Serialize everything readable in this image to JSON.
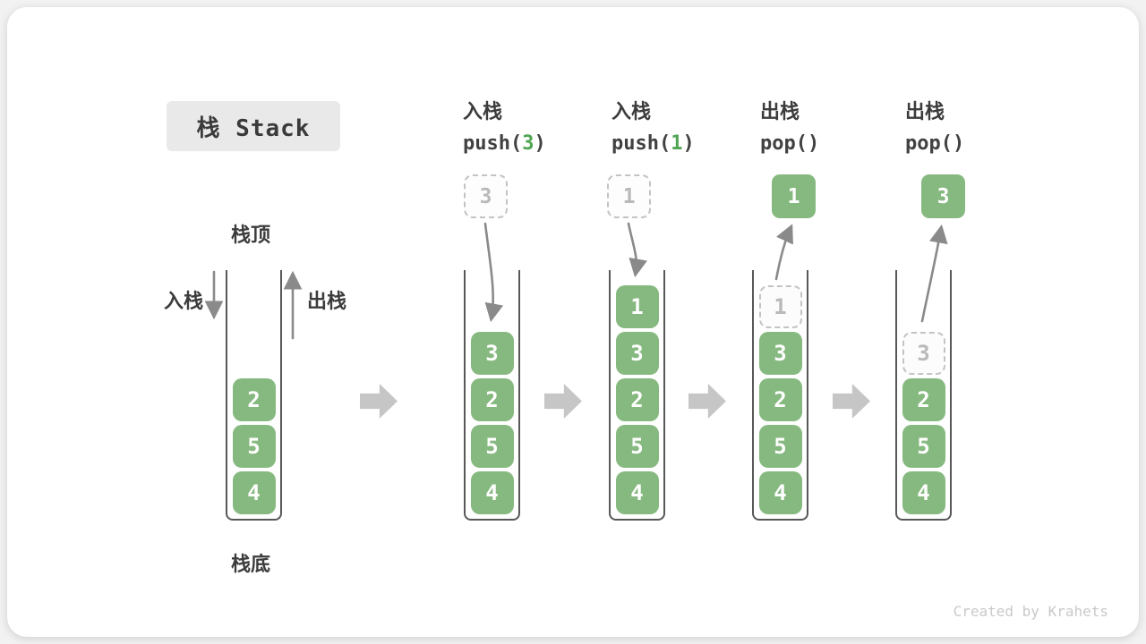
{
  "page": {
    "title": "栈 Stack",
    "watermark": "Created by Krahets"
  },
  "colors": {
    "green": "#86b97f",
    "green_code_arg": "#4fa553",
    "dashed_border": "#c3c3c3",
    "dashed_text": "#b9b9b9",
    "container_border": "#585858",
    "label_text": "#3c3c3c",
    "flow_arrow": "#c6c6c6",
    "curve_arrow": "#8a8a8a",
    "title_bg": "#e9e9e9"
  },
  "initial_stack": {
    "top_label": "栈顶",
    "bottom_label": "栈底",
    "push_label": "入栈",
    "pop_label": "出栈",
    "items": [
      {
        "value": "2",
        "variant": "solid"
      },
      {
        "value": "5",
        "variant": "solid"
      },
      {
        "value": "4",
        "variant": "solid"
      }
    ]
  },
  "steps": [
    {
      "label": "入栈",
      "op_prefix": "push(",
      "op_arg": "3",
      "op_suffix": ")",
      "floating": {
        "value": "3",
        "variant": "dashed"
      },
      "arrow": "in",
      "items": [
        {
          "value": "3",
          "variant": "solid"
        },
        {
          "value": "2",
          "variant": "solid"
        },
        {
          "value": "5",
          "variant": "solid"
        },
        {
          "value": "4",
          "variant": "solid"
        }
      ]
    },
    {
      "label": "入栈",
      "op_prefix": "push(",
      "op_arg": "1",
      "op_suffix": ")",
      "floating": {
        "value": "1",
        "variant": "dashed"
      },
      "arrow": "in",
      "items": [
        {
          "value": "1",
          "variant": "solid"
        },
        {
          "value": "3",
          "variant": "solid"
        },
        {
          "value": "2",
          "variant": "solid"
        },
        {
          "value": "5",
          "variant": "solid"
        },
        {
          "value": "4",
          "variant": "solid"
        }
      ]
    },
    {
      "label": "出栈",
      "op_prefix": "pop(",
      "op_arg": "",
      "op_suffix": ")",
      "floating": {
        "value": "1",
        "variant": "solid"
      },
      "arrow": "out",
      "items": [
        {
          "value": "1",
          "variant": "dashed"
        },
        {
          "value": "3",
          "variant": "solid"
        },
        {
          "value": "2",
          "variant": "solid"
        },
        {
          "value": "5",
          "variant": "solid"
        },
        {
          "value": "4",
          "variant": "solid"
        }
      ]
    },
    {
      "label": "出栈",
      "op_prefix": "pop(",
      "op_arg": "",
      "op_suffix": ")",
      "floating": {
        "value": "3",
        "variant": "solid"
      },
      "arrow": "out",
      "items": [
        {
          "value": "3",
          "variant": "dashed"
        },
        {
          "value": "2",
          "variant": "solid"
        },
        {
          "value": "5",
          "variant": "solid"
        },
        {
          "value": "4",
          "variant": "solid"
        }
      ]
    }
  ]
}
